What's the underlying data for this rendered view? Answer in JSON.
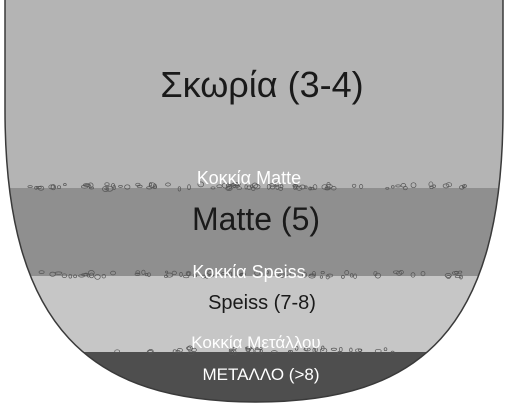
{
  "layers": {
    "slag": {
      "label": "Σκωρία (3-4)",
      "color": "#b4b4b4"
    },
    "matte_grains": {
      "label": "Κοκκία Matte"
    },
    "matte": {
      "label": "Matte (5)",
      "color": "#8f8f8f"
    },
    "speiss_grains": {
      "label": "Κοκκία Speiss"
    },
    "speiss": {
      "label": "Speiss (7-8)",
      "color": "#c6c6c6"
    },
    "metal_grains": {
      "label": "Κοκκία Μετάλλου"
    },
    "metal": {
      "label": "ΜΕΤΑΛΛΟ (>8)",
      "color": "#4e4e4e"
    }
  },
  "colors": {
    "outline": "#3a3a3a",
    "grain_label": "#ffffff",
    "text_dark": "#1a1a1a"
  }
}
